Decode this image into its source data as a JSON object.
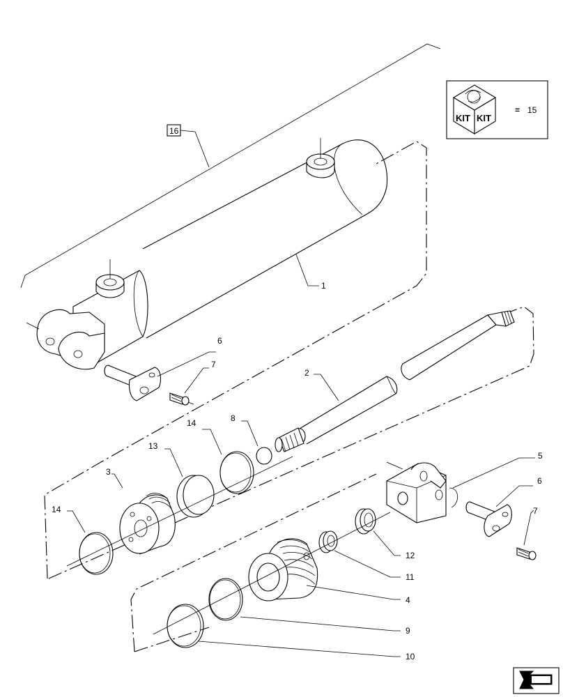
{
  "kit": {
    "equals": "=",
    "number": "15",
    "face_left": "KIT",
    "face_right": "KIT"
  },
  "callouts": {
    "c1": "1",
    "c2": "2",
    "c3": "3",
    "c4": "4",
    "c5": "5",
    "c6a": "6",
    "c6b": "6",
    "c7a": "7",
    "c7b": "7",
    "c8": "8",
    "c9": "9",
    "c10": "10",
    "c11": "11",
    "c12": "12",
    "c13": "13",
    "c14a": "14",
    "c14b": "14",
    "c16": "16"
  },
  "icons": {
    "kit": "kit-box-icon",
    "nav": "next-page-arrow-icon"
  }
}
